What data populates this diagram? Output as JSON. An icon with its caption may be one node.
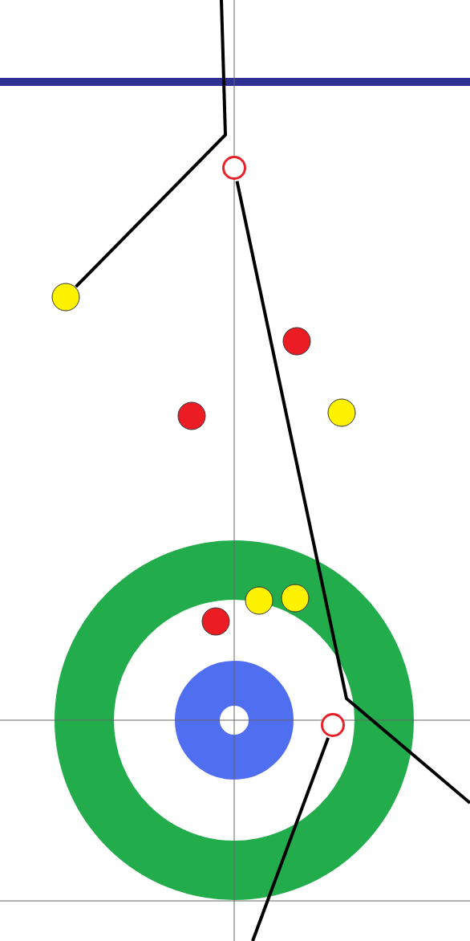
{
  "diagram": {
    "nodes": [
      {
        "text": [],
        "shape": "circle"
      },
      {
        "text": [],
        "shape": "circle"
      },
      {
        "text": [],
        "shape": "circle"
      },
      {
        "text": [],
        "shape": "circle"
      },
      {
        "text": [],
        "shape": "circle"
      },
      {
        "text": [],
        "shape": "circle"
      },
      {
        "text": [],
        "shape": "circle"
      },
      {
        "text": [],
        "shape": "circle"
      },
      {
        "text": [],
        "shape": "circle"
      }
    ],
    "edges": [
      {
        "from": null,
        "to": 1,
        "arrow": "none"
      },
      {
        "from": 0,
        "to": null,
        "arrow": "none"
      },
      {
        "from": 8,
        "to": null,
        "arrow": "none"
      }
    ]
  }
}
